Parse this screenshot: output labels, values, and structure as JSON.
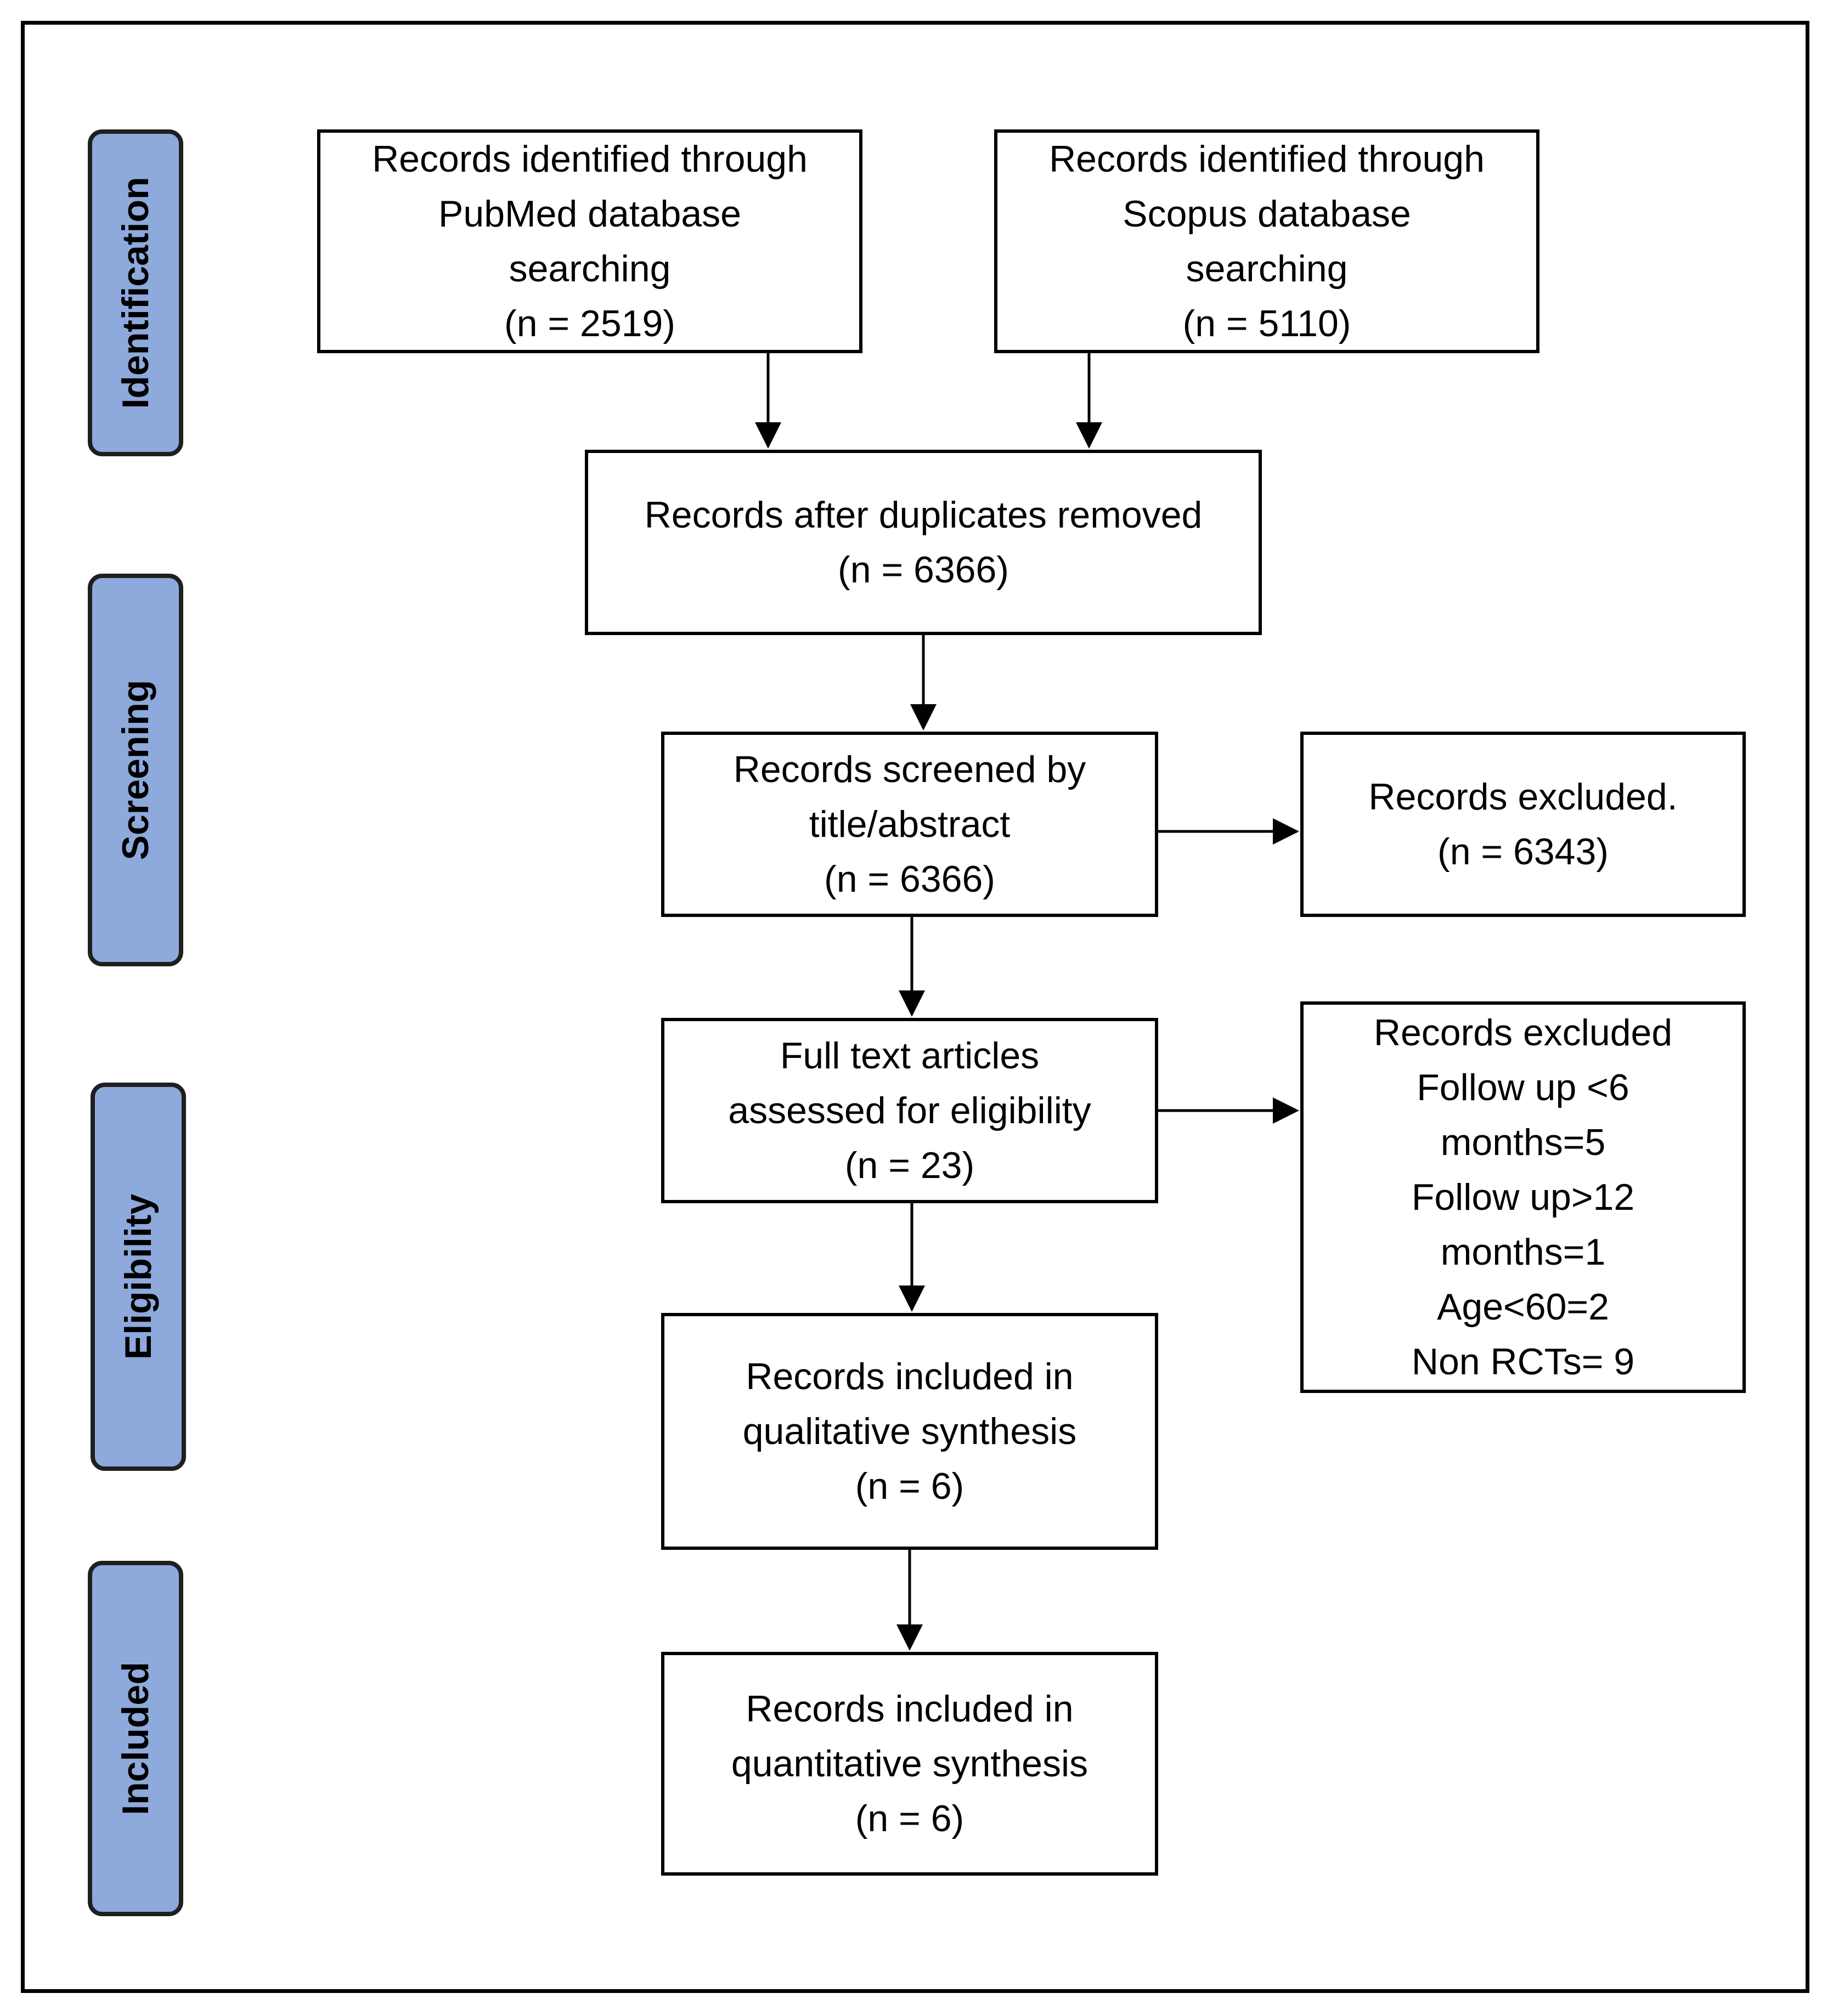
{
  "phases": {
    "identification": "Identification",
    "screening": "Screening",
    "eligibility": "Eligibility",
    "included": "Included"
  },
  "boxes": {
    "pubmed": [
      "Records identified through",
      "PubMed database",
      "searching",
      "(n = 2519)"
    ],
    "scopus": [
      "Records identified through",
      "Scopus database",
      "searching",
      "(n = 5110)"
    ],
    "deduplicated": [
      "Records after duplicates removed",
      "(n = 6366)"
    ],
    "screened": [
      "Records screened by",
      "title/abstract",
      "(n = 6366)"
    ],
    "excluded_screening": [
      "Records excluded.",
      "(n = 6343)"
    ],
    "fulltext": [
      "Full text articles",
      "assessed for eligibility",
      "(n = 23)"
    ],
    "excluded_fulltext": [
      "Records excluded",
      "Follow up <6",
      "months=5",
      "Follow up>12",
      "months=1",
      "Age<60=2",
      "Non RCTs= 9"
    ],
    "qualitative": [
      "Records included in",
      "qualitative  synthesis",
      "(n = 6)"
    ],
    "quantitative": [
      "Records included in",
      "quantitative  synthesis",
      "(n = 6)"
    ]
  },
  "colors": {
    "phase_fill": "#8EA9DB",
    "phase_border": "#1F1F1F",
    "box_border": "#000000"
  }
}
